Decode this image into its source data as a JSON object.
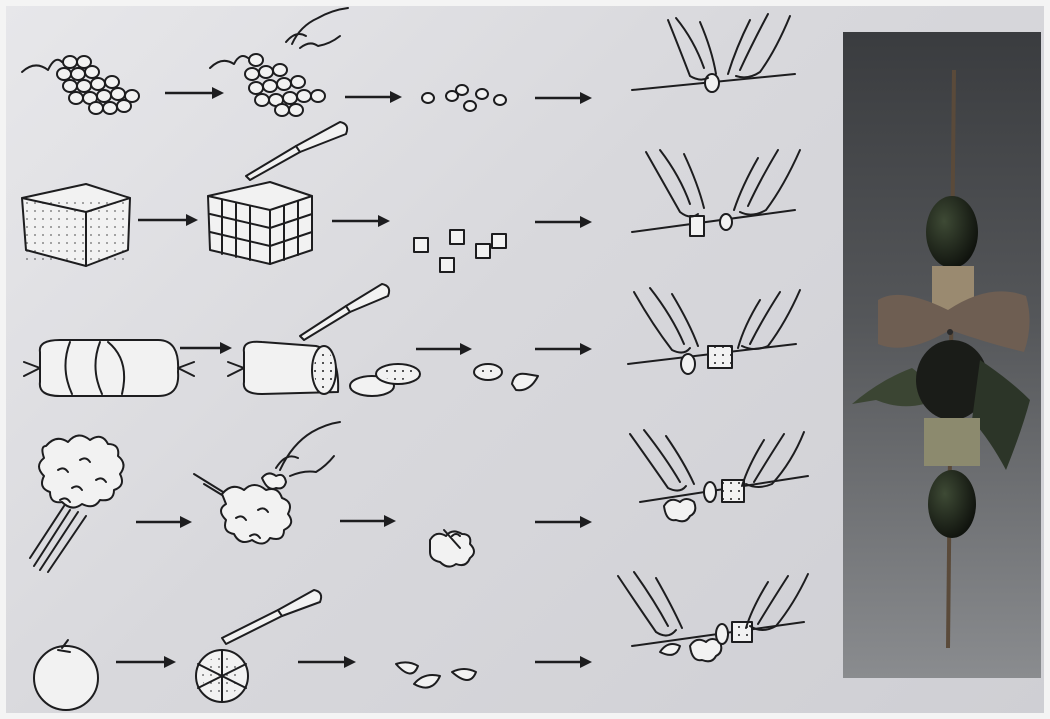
{
  "diagram": {
    "rows": [
      {
        "ingredient": "grape",
        "steps": [
          "grape-bunch",
          "pick-grape",
          "grape-pieces",
          "skewer-grape"
        ]
      },
      {
        "ingredient": "cheese",
        "steps": [
          "cheese-block",
          "cut-cheese",
          "cheese-cubes",
          "skewer-cheese"
        ]
      },
      {
        "ingredient": "sausage",
        "steps": [
          "sausage-whole",
          "cut-sausage",
          "sausage-slices",
          "sausage-quartered",
          "skewer-sausage"
        ]
      },
      {
        "ingredient": "parsley",
        "steps": [
          "parsley-bunch",
          "pick-parsley",
          "parsley-sprig",
          "skewer-parsley"
        ]
      },
      {
        "ingredient": "tomato",
        "steps": [
          "tomato-whole",
          "cut-tomato",
          "tomato-wedges",
          "skewer-tomato"
        ]
      }
    ],
    "photo": "finished-skewer-photo",
    "colors": {
      "ink": "#1d1d1f",
      "paper": "#dcdce0",
      "photo_dark": "#2b2d2f",
      "photo_light": "#7b7d80"
    }
  }
}
